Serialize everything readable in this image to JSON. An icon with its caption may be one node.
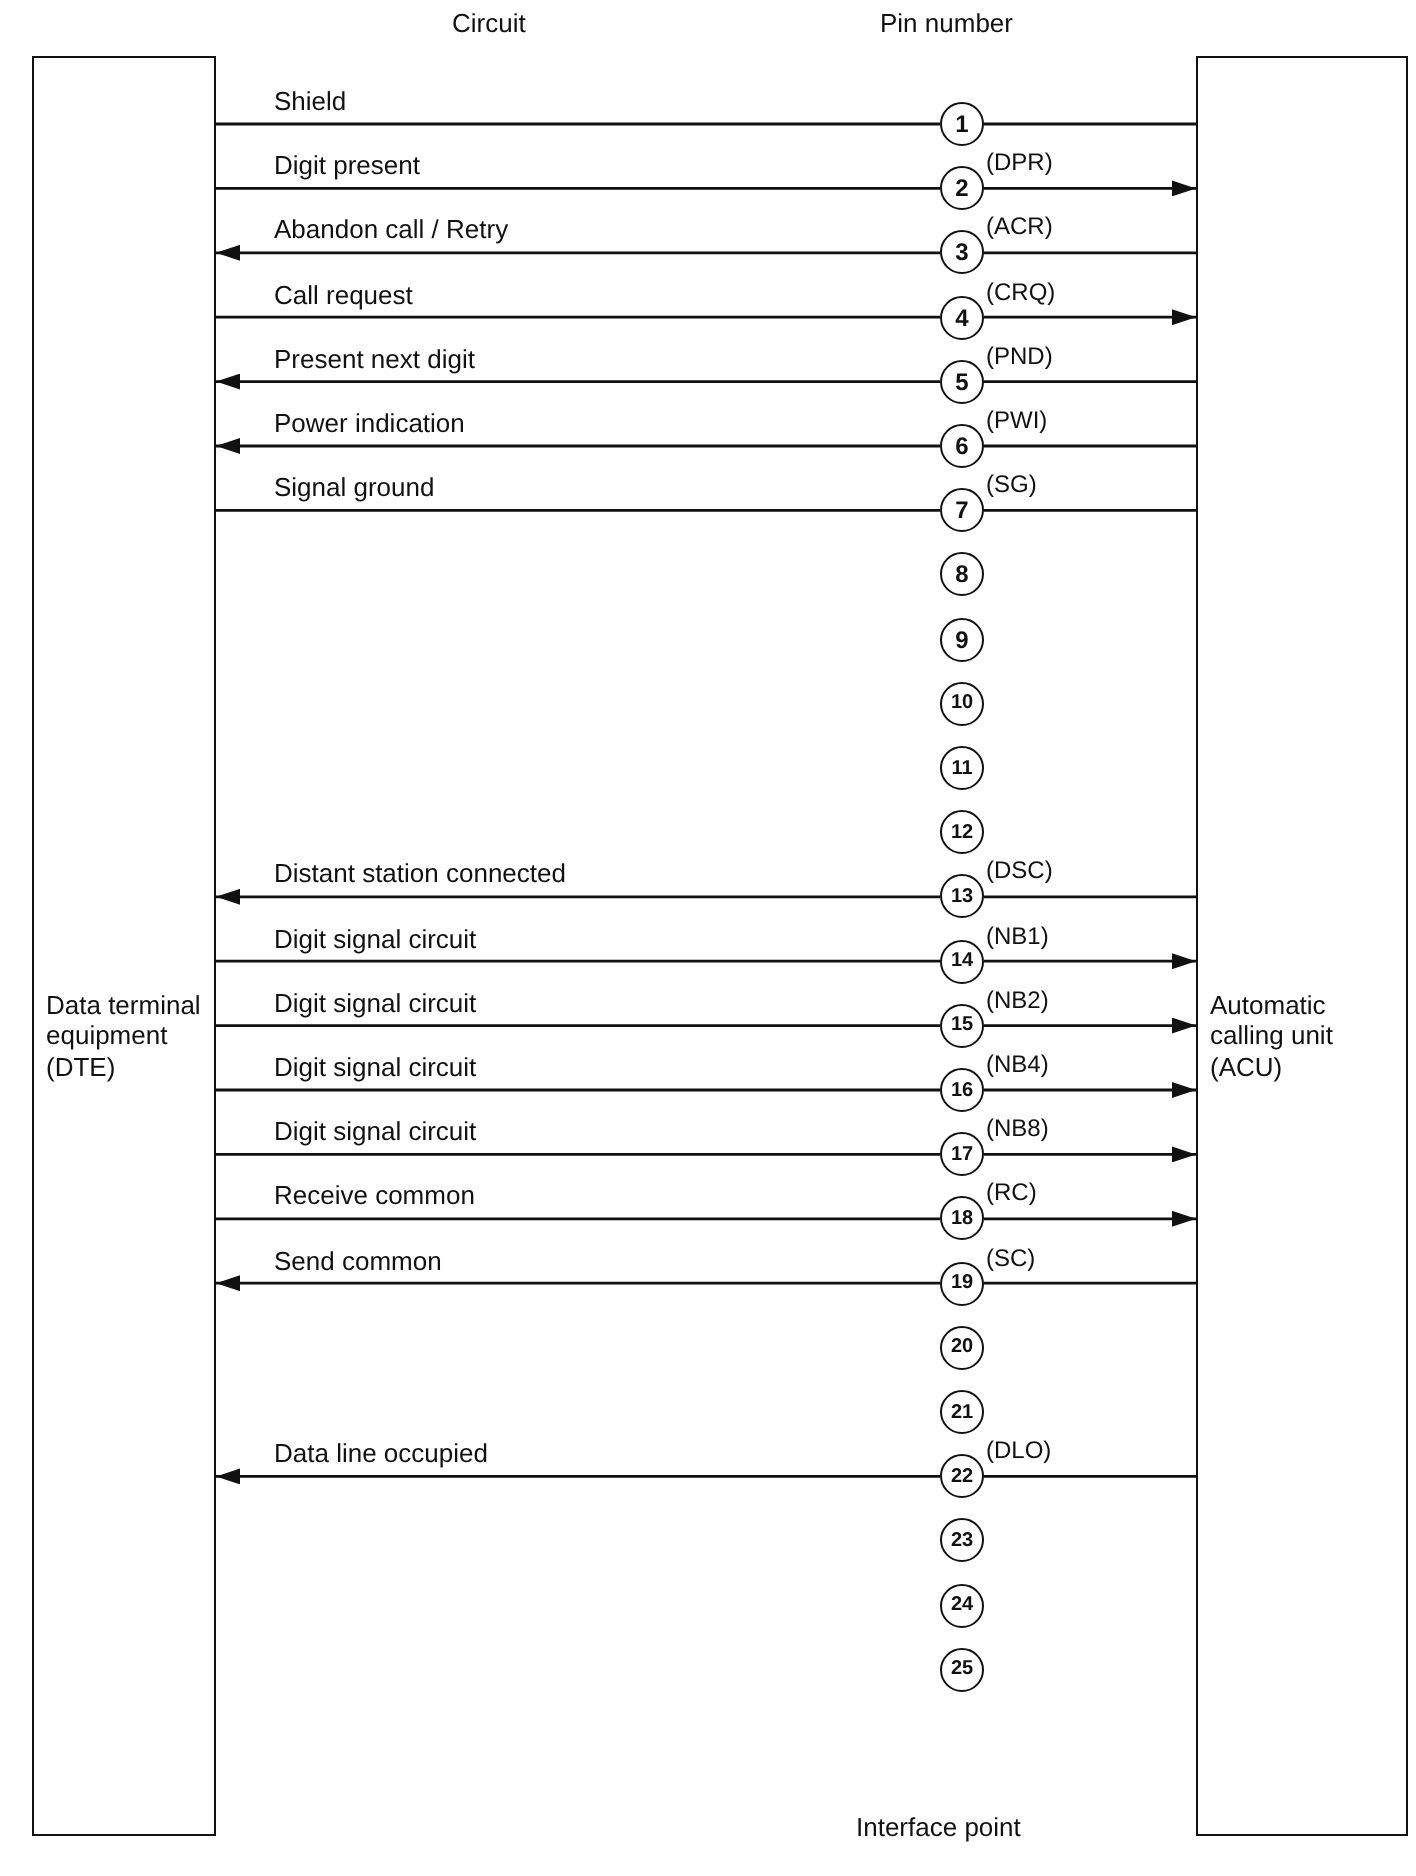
{
  "diagram": {
    "nodes": [
      {
        "text": [
          "Data terminal equipment (DTE)"
        ]
      },
      {
        "text": [
          "Automatic calling unit (ACU)"
        ]
      },
      {
        "text": [
          "1"
        ]
      },
      {
        "text": [
          "2"
        ],
        "beside": [
          "(DPR)"
        ]
      },
      {
        "text": [
          "3"
        ],
        "beside": [
          "(ACR)"
        ]
      },
      {
        "text": [
          "4"
        ],
        "beside": [
          "(CRQ)"
        ]
      },
      {
        "text": [
          "5"
        ],
        "beside": [
          "(PND)"
        ]
      },
      {
        "text": [
          "6"
        ],
        "beside": [
          "(PWI)"
        ]
      },
      {
        "text": [
          "7"
        ],
        "beside": [
          "(SG)"
        ]
      },
      {
        "text": [
          "8"
        ]
      },
      {
        "text": [
          "9"
        ]
      },
      {
        "text": [
          "10"
        ]
      },
      {
        "text": [
          "11"
        ]
      },
      {
        "text": [
          "12"
        ]
      },
      {
        "text": [
          "13"
        ],
        "beside": [
          "(DSC)"
        ]
      },
      {
        "text": [
          "14"
        ],
        "beside": [
          "(NB1)"
        ]
      },
      {
        "text": [
          "15"
        ],
        "beside": [
          "(NB2)"
        ]
      },
      {
        "text": [
          "16"
        ],
        "beside": [
          "(NB4)"
        ]
      },
      {
        "text": [
          "17"
        ],
        "beside": [
          "(NB8)"
        ]
      },
      {
        "text": [
          "18"
        ],
        "beside": [
          "(RC)"
        ]
      },
      {
        "text": [
          "19"
        ],
        "beside": [
          "(SC)"
        ]
      },
      {
        "text": [
          "20"
        ]
      },
      {
        "text": [
          "21"
        ]
      },
      {
        "text": [
          "22"
        ],
        "beside": [
          "(DLO)"
        ]
      },
      {
        "text": [
          "23"
        ]
      },
      {
        "text": [
          "24"
        ]
      },
      {
        "text": [
          "25"
        ]
      }
    ],
    "edges": [
      {
        "from": 0,
        "to": 2,
        "arrow": "none",
        "label": "Shield"
      },
      {
        "from": 2,
        "to": 1,
        "arrow": "none"
      },
      {
        "from": 0,
        "to": 3,
        "arrow": "none",
        "label": "Digit present"
      },
      {
        "from": 3,
        "to": 1,
        "arrow": "to"
      },
      {
        "from": 4,
        "to": 0,
        "arrow": "to",
        "label": "Abandon call / Retry"
      },
      {
        "from": 1,
        "to": 4,
        "arrow": "none"
      },
      {
        "from": 0,
        "to": 5,
        "arrow": "none",
        "label": "Call request"
      },
      {
        "from": 5,
        "to": 1,
        "arrow": "to"
      },
      {
        "from": 6,
        "to": 0,
        "arrow": "to",
        "label": "Present next digit"
      },
      {
        "from": 1,
        "to": 6,
        "arrow": "none"
      },
      {
        "from": 7,
        "to": 0,
        "arrow": "to",
        "label": "Power indication"
      },
      {
        "from": 1,
        "to": 7,
        "arrow": "none"
      },
      {
        "from": 0,
        "to": 8,
        "arrow": "none",
        "label": "Signal ground"
      },
      {
        "from": 8,
        "to": 1,
        "arrow": "none"
      },
      {
        "from": 14,
        "to": 0,
        "arrow": "to",
        "label": "Distant station connected"
      },
      {
        "from": 1,
        "to": 14,
        "arrow": "none"
      },
      {
        "from": 0,
        "to": 15,
        "arrow": "none",
        "label": "Digit signal circuit"
      },
      {
        "from": 15,
        "to": 1,
        "arrow": "to"
      },
      {
        "from": 0,
        "to": 16,
        "arrow": "none",
        "label": "Digit signal circuit"
      },
      {
        "from": 16,
        "to": 1,
        "arrow": "to"
      },
      {
        "from": 0,
        "to": 17,
        "arrow": "none",
        "label": "Digit signal circuit"
      },
      {
        "from": 17,
        "to": 1,
        "arrow": "to"
      },
      {
        "from": 0,
        "to": 18,
        "arrow": "none",
        "label": "Digit signal circuit"
      },
      {
        "from": 18,
        "to": 1,
        "arrow": "to"
      },
      {
        "from": 0,
        "to": 19,
        "arrow": "none",
        "label": "Receive common"
      },
      {
        "from": 19,
        "to": 1,
        "arrow": "to"
      },
      {
        "from": 20,
        "to": 0,
        "arrow": "to",
        "label": "Send common"
      },
      {
        "from": 1,
        "to": 20,
        "arrow": "none"
      },
      {
        "from": 23,
        "to": 0,
        "arrow": "to",
        "label": "Data line occupied"
      },
      {
        "from": 1,
        "to": 23,
        "arrow": "none"
      }
    ],
    "labels": [
      "Circuit",
      "Pin number",
      "Interface point"
    ]
  }
}
